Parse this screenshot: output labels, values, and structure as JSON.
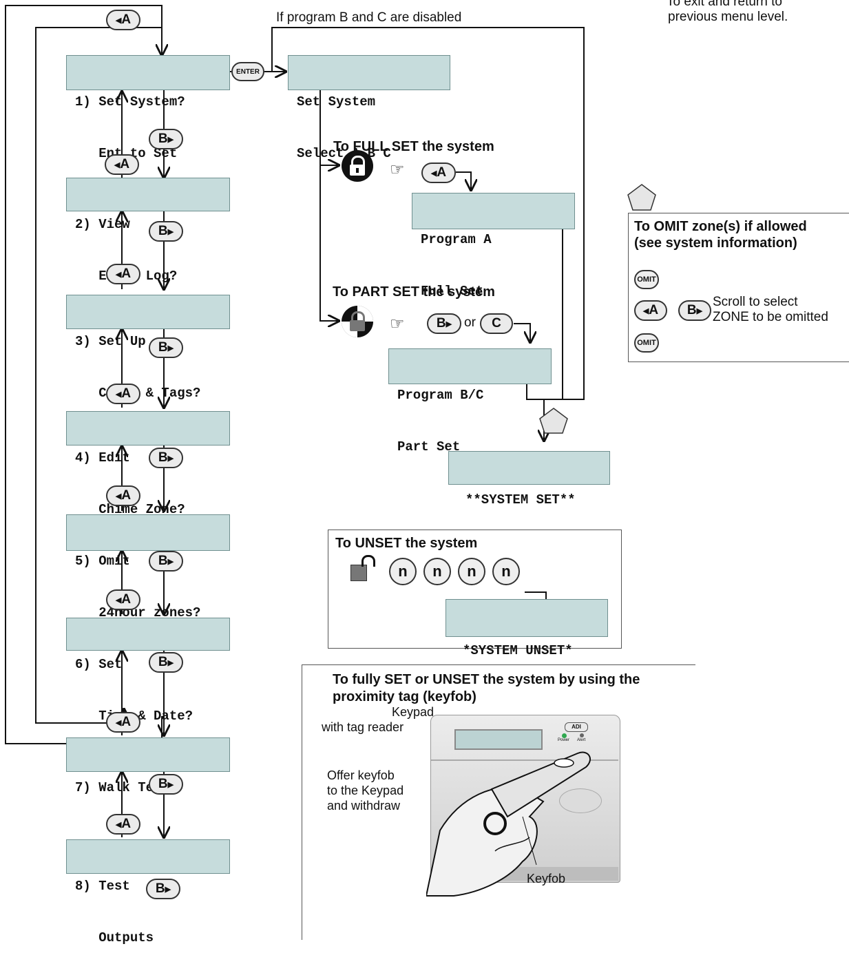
{
  "menu_items": [
    {
      "line1": "1) Set System?",
      "line2": "   Ent to Set"
    },
    {
      "line1": "2) View",
      "line2": "   Event Log?"
    },
    {
      "line1": "3) Set Up",
      "line2": "   Codes & Tags?"
    },
    {
      "line1": "4) Edit",
      "line2": "   Chime Zone?"
    },
    {
      "line1": "5) Omit",
      "line2": "   24hour zones?"
    },
    {
      "line1": "6) Set",
      "line2": "   Time & Date?"
    },
    {
      "line1": "7) Walk Test?",
      "line2": ""
    },
    {
      "line1": "8) Test",
      "line2": "   Outputs"
    }
  ],
  "keys": {
    "a": "A",
    "b": "B",
    "c": "C",
    "enter": "ENTER",
    "omit": "OMIT",
    "n": "n",
    "or": "or"
  },
  "top_note": {
    "line1": "To exit and return to",
    "line2": "previous menu level."
  },
  "set_system": {
    "disabled_note": "If program B and C are disabled",
    "display_line1": "Set System",
    "display_line2": "Select A B C",
    "full_set_title": "To FULL SET the system",
    "program_a_line1": "Program A",
    "program_a_line2": "Full Set",
    "part_set_title": "To PART SET the system",
    "program_bc_line1": "Program B/C",
    "program_bc_line2": "Part Set",
    "system_set": "**SYSTEM SET**"
  },
  "omit_panel": {
    "title_line1": "To OMIT zone(s) if allowed",
    "title_line2": "(see system information)",
    "scroll_line1": "Scroll to select",
    "scroll_line2": "ZONE to be omitted"
  },
  "unset_panel": {
    "title": "To UNSET the system",
    "display": "*SYSTEM UNSET*"
  },
  "keyfob_panel": {
    "title_line1": "To fully SET or UNSET the system by using the",
    "title_line2": "proximity tag (keyfob)",
    "keypad_label_line1": "Keypad",
    "keypad_label_line2": "with tag reader",
    "offer_line1": "Offer keyfob",
    "offer_line2": "to the Keypad",
    "offer_line3": "and withdraw",
    "keyfob_label": "Keyfob",
    "brand": "ADI",
    "led_power": "Power",
    "led_alert": "Alert"
  }
}
